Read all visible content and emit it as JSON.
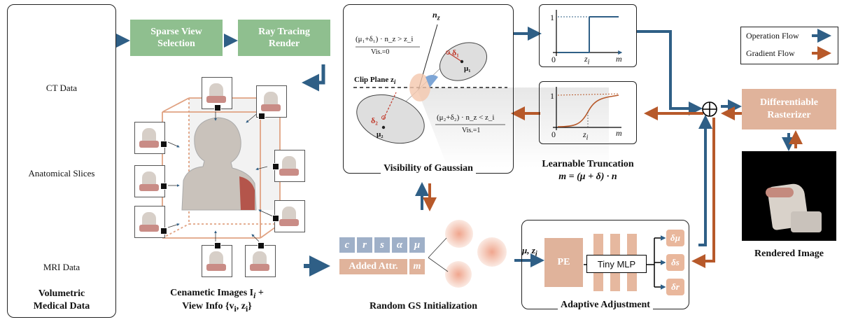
{
  "left_panel": {
    "ct_label": "CT Data",
    "anat_label": "Anatomical Slices",
    "mri_label": "MRI Data",
    "title_line1": "Volumetric",
    "title_line2": "Medical Data"
  },
  "pipeline": {
    "sparse_view": "Sparse View\nSelection",
    "ray_tracing": "Ray Tracing\nRender"
  },
  "cinematic": {
    "caption_line1": "Cenametic Images I",
    "caption_sub1": "i",
    "caption_tail1": " +",
    "caption_line2": "View Info {v",
    "caption_sub2": "i",
    "caption_mid2": ", z",
    "caption_sub3": "i",
    "caption_tail2": "}"
  },
  "visibility": {
    "title": "Visibility of Gaussian",
    "nz": "n",
    "nz_sub": "z",
    "eq_top": "(μ₁+δ₁) · n_z > z_i",
    "vis0": "Vis.=0",
    "clip": "Clip Plane z",
    "clip_sub": "i",
    "eq_bottom": "(μ₂+δ₂) · n_z < z_i",
    "vis1": "Vis.=1",
    "delta1": "δ₁",
    "mu1": "μ₁",
    "delta2": "δ₂",
    "mu2": "μ₂"
  },
  "step_plot": {
    "y1": "1",
    "y0": "0",
    "xzi": "z",
    "xzi_sub": "i",
    "xm": "m"
  },
  "sig_plot": {
    "y1": "1",
    "y0": "0",
    "xzi": "z",
    "xzi_sub": "i",
    "xm": "m"
  },
  "truncation": {
    "title": "Learnable Truncation",
    "formula": "m = (μ + δ) · n"
  },
  "legend": {
    "op": "Operation Flow",
    "grad": "Gradient Flow"
  },
  "rasterizer": "Differentiable\nRasterizer",
  "rendered": "Rendered Image",
  "gs_init": {
    "attrs": [
      "c",
      "r",
      "s",
      "α",
      "μ"
    ],
    "added": "Added Attr.",
    "m": "m",
    "title": "Random GS Initialization"
  },
  "adaptive": {
    "input": "μ, z",
    "input_sub": "i",
    "pe": "PE",
    "mlp": "Tiny MLP",
    "outs": [
      "δμ",
      "δs",
      "δr"
    ],
    "title": "Adaptive Adjustment"
  },
  "colors": {
    "blue": "#2f5f86",
    "orange": "#b7592a",
    "green": "#8fbf8f",
    "peach": "#e0b39b"
  }
}
